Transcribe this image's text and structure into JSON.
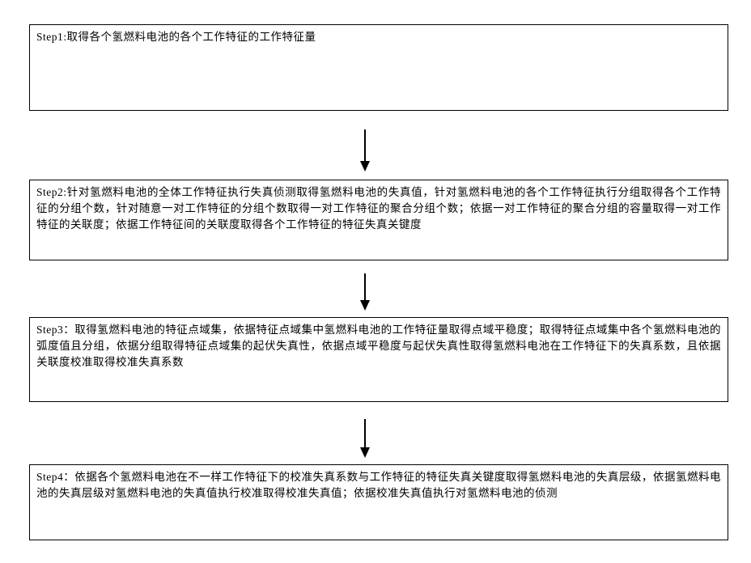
{
  "diagram": {
    "type": "flowchart",
    "background_color": "#ffffff",
    "border_color": "#000000",
    "text_color": "#000000",
    "steps": [
      {
        "id": "step1",
        "text": "Step1:取得各个氢燃料电池的各个工作特征的工作特征量"
      },
      {
        "id": "step2",
        "text": "Step2:针对氢燃料电池的全体工作特征执行失真侦测取得氢燃料电池的失真值，针对氢燃料电池的各个工作特征执行分组取得各个工作特征的分组个数，针对随意一对工作特征的分组个数取得一对工作特征的聚合分组个数；依据一对工作特征的聚合分组的容量取得一对工作特征的关联度；依据工作特征间的关联度取得各个工作特征的特征失真关键度"
      },
      {
        "id": "step3",
        "text": "Step3：取得氢燃料电池的特征点域集，依据特征点域集中氢燃料电池的工作特征量取得点域平稳度；取得特征点域集中各个氢燃料电池的弧度值且分组，依据分组取得特征点域集的起伏失真性，依据点域平稳度与起伏失真性取得氢燃料电池在工作特征下的失真系数，且依据关联度校准取得校准失真系数"
      },
      {
        "id": "step4",
        "text": "Step4：依据各个氢燃料电池在不一样工作特征下的校准失真系数与工作特征的特征失真关键度取得氢燃料电池的失真层级，依据氢燃料电池的失真层级对氢燃料电池的失真值执行校准取得校准失真值；依据校准失真值执行对氢燃料电池的侦测"
      }
    ]
  }
}
